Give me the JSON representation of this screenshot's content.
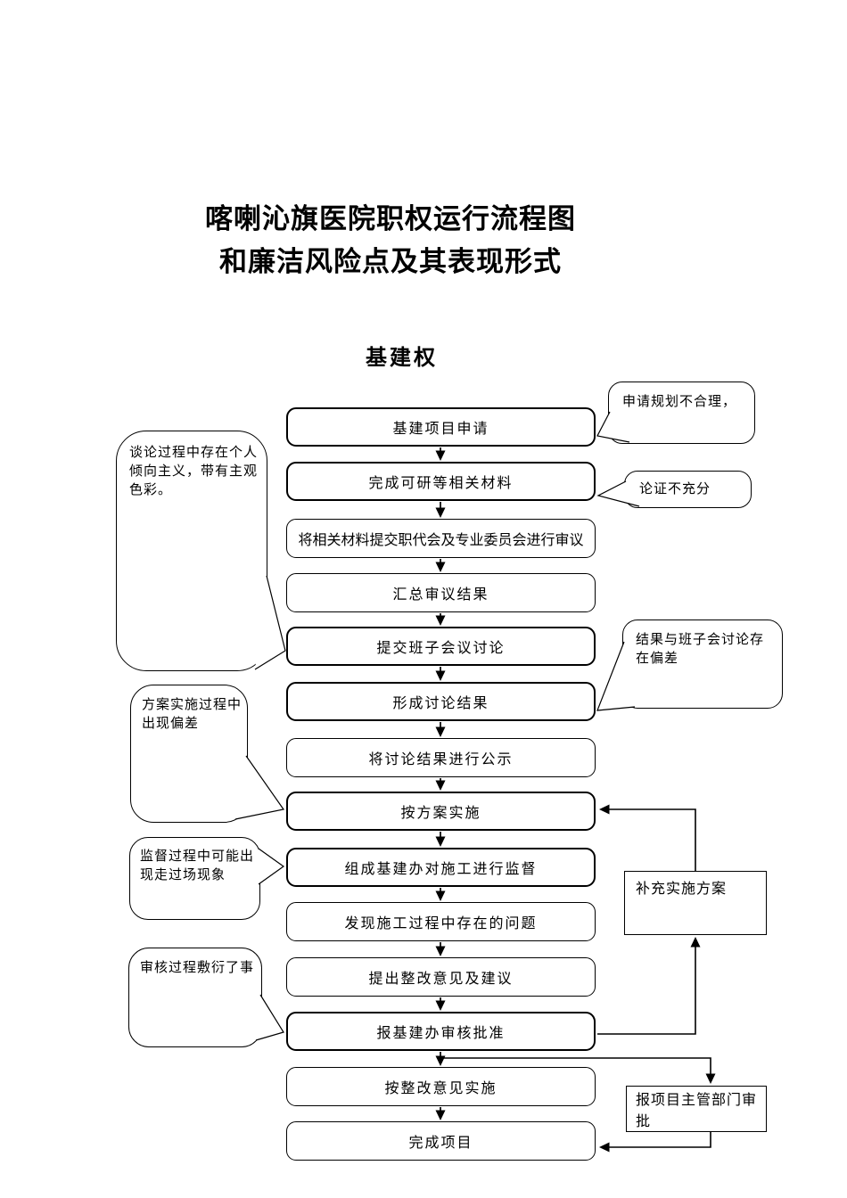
{
  "page": {
    "title_line1": "喀喇沁旗医院职权运行流程图",
    "title_line2": "和廉洁风险点及其表现形式",
    "section_title": "基建权"
  },
  "flow": {
    "steps": [
      {
        "label": "基建项目申请",
        "emphasis": true
      },
      {
        "label": "完成可研等相关材料",
        "emphasis": true
      },
      {
        "label": "将相关材料提交职代会及专业委员会进行审议",
        "emphasis": false
      },
      {
        "label": "汇总审议结果",
        "emphasis": false
      },
      {
        "label": "提交班子会议讨论",
        "emphasis": true
      },
      {
        "label": "形成讨论结果",
        "emphasis": true
      },
      {
        "label": "将讨论结果进行公示",
        "emphasis": false
      },
      {
        "label": "按方案实施",
        "emphasis": true
      },
      {
        "label": "组成基建办对施工进行监督",
        "emphasis": true
      },
      {
        "label": "发现施工过程中存在的问题",
        "emphasis": false
      },
      {
        "label": "提出整改意见及建议",
        "emphasis": false
      },
      {
        "label": "报基建办审核批准",
        "emphasis": true
      },
      {
        "label": "按整改意见实施",
        "emphasis": false
      },
      {
        "label": "完成项目",
        "emphasis": false
      }
    ],
    "side_boxes": {
      "supplement": {
        "label": "补充实施方案"
      },
      "authority": {
        "label": "报项目主管部门审批"
      }
    }
  },
  "risk_callouts": [
    {
      "label": "申请规划不合理，"
    },
    {
      "label": "论证不充分"
    },
    {
      "label": "谈论过程中存在个人倾向主义，带有主观色彩。"
    },
    {
      "label": "结果与班子会讨论存在偏差"
    },
    {
      "label": "方案实施过程中出现偏差"
    },
    {
      "label": "监督过程中可能出现走过场现象"
    },
    {
      "label": "审核过程敷衍了事"
    }
  ],
  "colors": {
    "line": "#000000",
    "background": "#ffffff"
  }
}
